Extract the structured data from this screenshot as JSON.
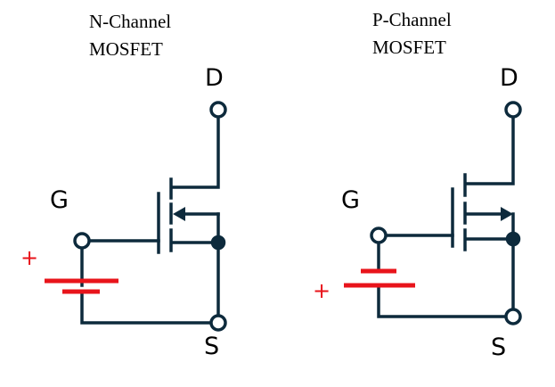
{
  "diagrams": [
    {
      "title_line1": "N-Channel",
      "title_line2": "MOSFET",
      "drain_label": "D",
      "gate_label": "G",
      "source_label": "S",
      "battery_plus": "+"
    },
    {
      "title_line1": "P-Channel",
      "title_line2": "MOSFET",
      "drain_label": "D",
      "gate_label": "G",
      "source_label": "S",
      "battery_plus": "+"
    }
  ],
  "colors": {
    "wire": "#0d2a3c",
    "battery": "#e8141b",
    "text": "#000000"
  }
}
